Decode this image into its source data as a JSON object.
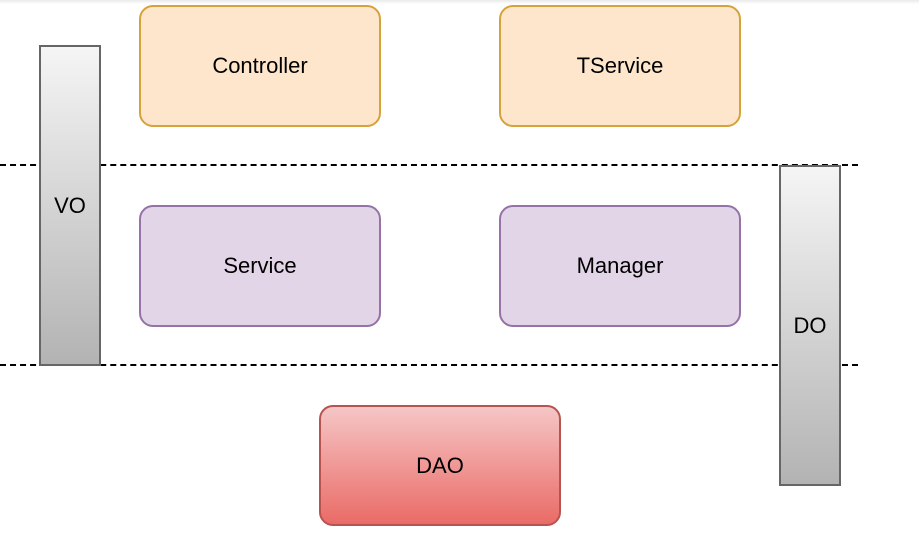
{
  "layers": {
    "controller": "Controller",
    "tservice": "TService",
    "service": "Service",
    "manager": "Manager",
    "dao": "DAO"
  },
  "objects": {
    "vo": "VO",
    "do": "DO"
  },
  "colors": {
    "web_layer_fill": "#fde6cc",
    "web_layer_border": "#d6a33a",
    "service_layer_fill": "#e1d5e7",
    "service_layer_border": "#9673a6",
    "dao_fill_top": "#f5c6c6",
    "dao_fill_bottom": "#ea6b66",
    "dao_border": "#b85450",
    "object_fill_top": "#f5f5f5",
    "object_fill_bottom": "#b3b3b3",
    "object_border": "#666666"
  }
}
